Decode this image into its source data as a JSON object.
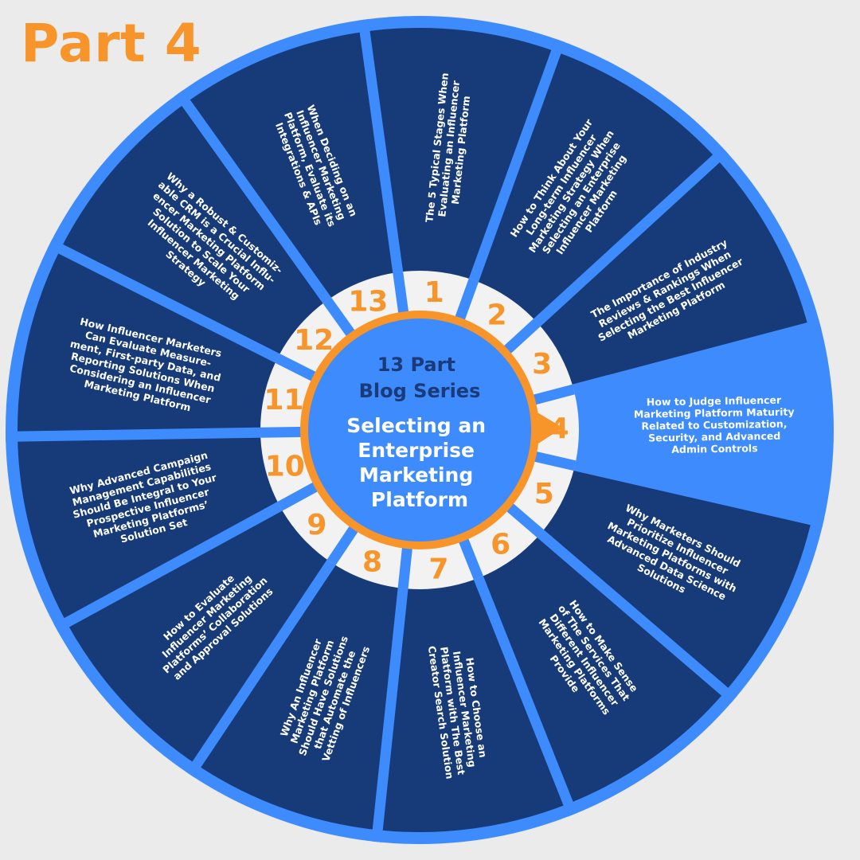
{
  "header": {
    "part_label": "Part 4"
  },
  "center": {
    "subtitle_lines": [
      "13 Part",
      "Blog Series"
    ],
    "title_lines": [
      "Selecting an",
      "Enterprise",
      "Marketing",
      "Platform"
    ]
  },
  "active_part": 4,
  "colors": {
    "background": "#ebebeb",
    "segment_dark": "#173a78",
    "segment_active": "#3d8bfd",
    "divider": "#3d8bfd",
    "number_ring": "#f2f2f2",
    "accent_orange": "#f7952b",
    "center_fill": "#3d8bfd"
  },
  "segments": [
    {
      "number": "1",
      "lines": [
        "The 5 Typical Stages When",
        "Evaluating an Influencer",
        "Marketing Platform"
      ]
    },
    {
      "number": "2",
      "lines": [
        "How to Think About Your",
        "Long-term Influencer",
        "Marketing Strategy When",
        "Selecting an Enterprise",
        "Influencer Marketing",
        "Platform"
      ]
    },
    {
      "number": "3",
      "lines": [
        "The Importance of Industry",
        "Reviews & Rankings When",
        "Selecting the Best Influencer",
        "Marketing Platform"
      ]
    },
    {
      "number": "4",
      "lines": [
        "How to Judge Influencer",
        "Marketing Platform Maturity",
        "Related to Customization,",
        "Security, and Advanced",
        "Admin Controls"
      ]
    },
    {
      "number": "5",
      "lines": [
        "Why Marketers Should",
        "Prioritize Influencer",
        "Marketing Platforms with",
        "Advanced Data Science",
        "Solutions"
      ]
    },
    {
      "number": "6",
      "lines": [
        "How to Make Sense",
        "of The Services That",
        "Different Influencer",
        "Marketing Platforms",
        "Provide"
      ]
    },
    {
      "number": "7",
      "lines": [
        "How to Choose an",
        "Influencer Marketing",
        "Platform with The Best",
        "Creator Search Solution"
      ]
    },
    {
      "number": "8",
      "lines": [
        "Why An Influencer",
        "Marketing Platform",
        "Should Have Solutions",
        "that Automate the",
        "Vetting of Influencers"
      ]
    },
    {
      "number": "9",
      "lines": [
        "How to Evaluate",
        "Influencer Marketing",
        "Platforms’ Collaboration",
        "and Approval Solutions"
      ]
    },
    {
      "number": "10",
      "lines": [
        "Why Advanced Campaign",
        "Management Capabilities",
        "Should Be Integral to Your",
        "Prospective Influencer",
        "Marketing Platforms’",
        "Solution Set"
      ]
    },
    {
      "number": "11",
      "lines": [
        "How Influencer Marketers",
        "Can Evaluate Measure-",
        "ment, First-party Data, and",
        "Reporting Solutions When",
        "Considering an Influencer",
        "Marketing Platform"
      ]
    },
    {
      "number": "12",
      "lines": [
        "Why a Robust & Customiz-",
        "able CRM is a Crucial Influ-",
        "encer Marketing Platform",
        "Solution to Scale Your",
        "Influencer Marketing",
        "Strategy"
      ]
    },
    {
      "number": "13",
      "lines": [
        "When Deciding on an",
        "Influencer Marketing",
        "Platform, Evaluate its",
        "Integrations & APIs"
      ]
    }
  ]
}
